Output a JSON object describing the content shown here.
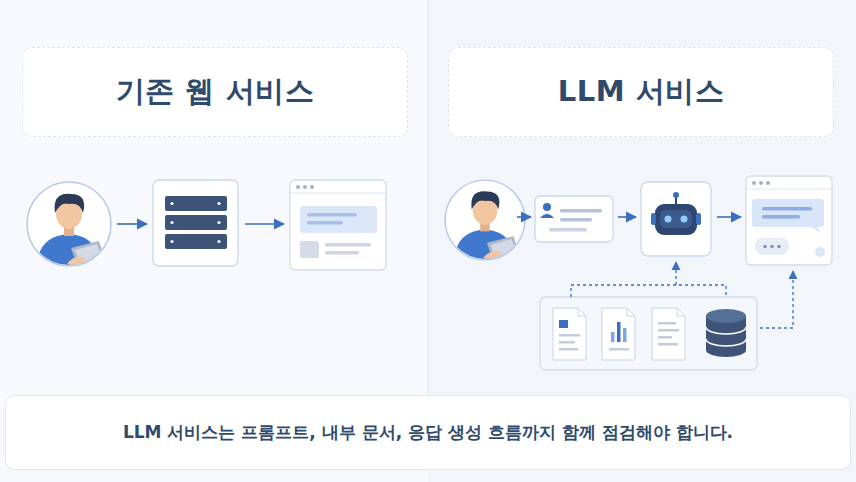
{
  "diagram": {
    "nodes": [
      {
        "text": [
          "기존 웹 서비스"
        ]
      },
      {
        "text": [
          "LLM 서비스"
        ]
      },
      {
        "text": [
          "LLM 서비스는 프롬프트, 내부 문서, 응답 생성 흐름까지 함께 점검해야 합니다."
        ]
      }
    ]
  }
}
